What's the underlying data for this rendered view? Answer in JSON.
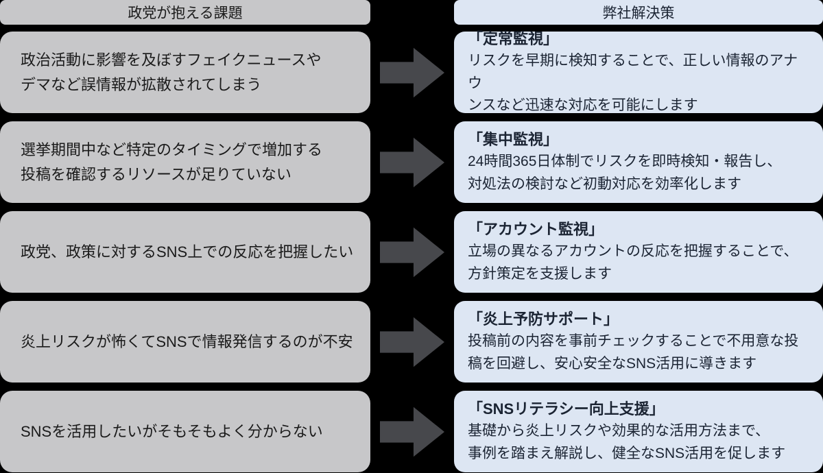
{
  "colors": {
    "background": "#000000",
    "issue_box": "#c7c7c9",
    "solution_box": "#dde6f3",
    "arrow": "#47484c",
    "issue_text": "#1a1a1a",
    "solution_text": "#1b2433"
  },
  "headers": {
    "issues": "政党が抱える課題",
    "solutions": "弊社解決策"
  },
  "rows": [
    {
      "issue": "政治活動に影響を及ぼすフェイクニュースや\nデマなど誤情報が拡散されてしまう",
      "solution_title": "「定常監視」",
      "solution_body": "リスクを早期に検知することで、正しい情報のアナウ\nンスなど迅速な対応を可能にします"
    },
    {
      "issue": "選挙期間中など特定のタイミングで増加する\n投稿を確認するリソースが足りていない",
      "solution_title": "「集中監視」",
      "solution_body": "24時間365日体制でリスクを即時検知・報告し、\n対処法の検討など初動対応を効率化します"
    },
    {
      "issue": "政党、政策に対するSNS上での反応を把握したい",
      "solution_title": "「アカウント監視」",
      "solution_body": "立場の異なるアカウントの反応を把握することで、\n方針策定を支援します"
    },
    {
      "issue": "炎上リスクが怖くてSNSで情報発信するのが不安",
      "solution_title": "「炎上予防サポート」",
      "solution_body": "投稿前の内容を事前チェックすることで不用意な投\n稿を回避し、安心安全なSNS活用に導きます"
    },
    {
      "issue": "SNSを活用したいがそもそもよく分からない",
      "solution_title": "「SNSリテラシー向上支援」",
      "solution_body": "基礎から炎上リスクや効果的な活用方法まで、\n事例を踏まえ解説し、健全なSNS活用を促します"
    }
  ]
}
